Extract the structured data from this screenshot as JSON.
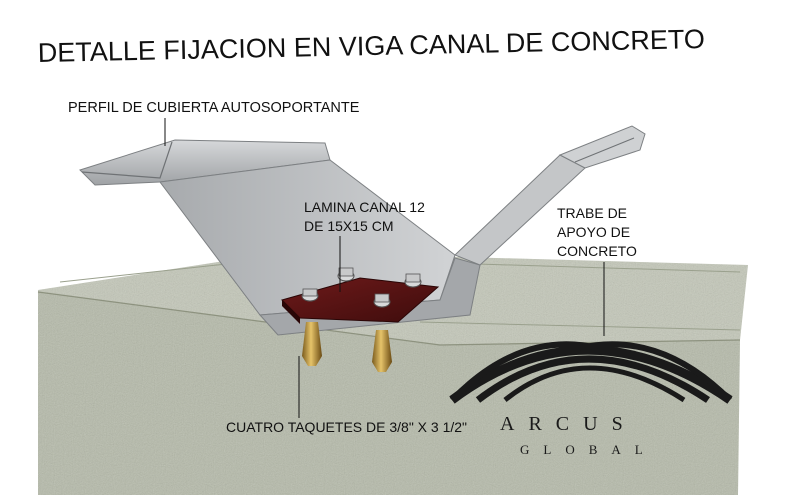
{
  "title": "DETALLE FIJACION EN VIGA CANAL DE CONCRETO",
  "labels": {
    "deck_profile": "PERFIL DE CUBIERTA AUTOSOPORTANTE",
    "channel_plate_line1": "LAMINA CANAL 12",
    "channel_plate_line2": "DE 15X15 CM",
    "beam_line1": "TRABE DE",
    "beam_line2": "APOYO DE",
    "beam_line3": "CONCRETO",
    "anchors": "CUATRO TAQUETES DE 3/8\" X 3 1/2\""
  },
  "logo": {
    "name": "ARCUS",
    "subtitle": "GLOBAL"
  },
  "colors": {
    "concrete": "#b9bdae",
    "concrete_dark": "#9aa08f",
    "steel": "#b7b9bb",
    "steel_dark": "#8e9194",
    "plate": "#5a1414",
    "bolt": "#c9a24a",
    "logo": "#1a1a1a"
  }
}
